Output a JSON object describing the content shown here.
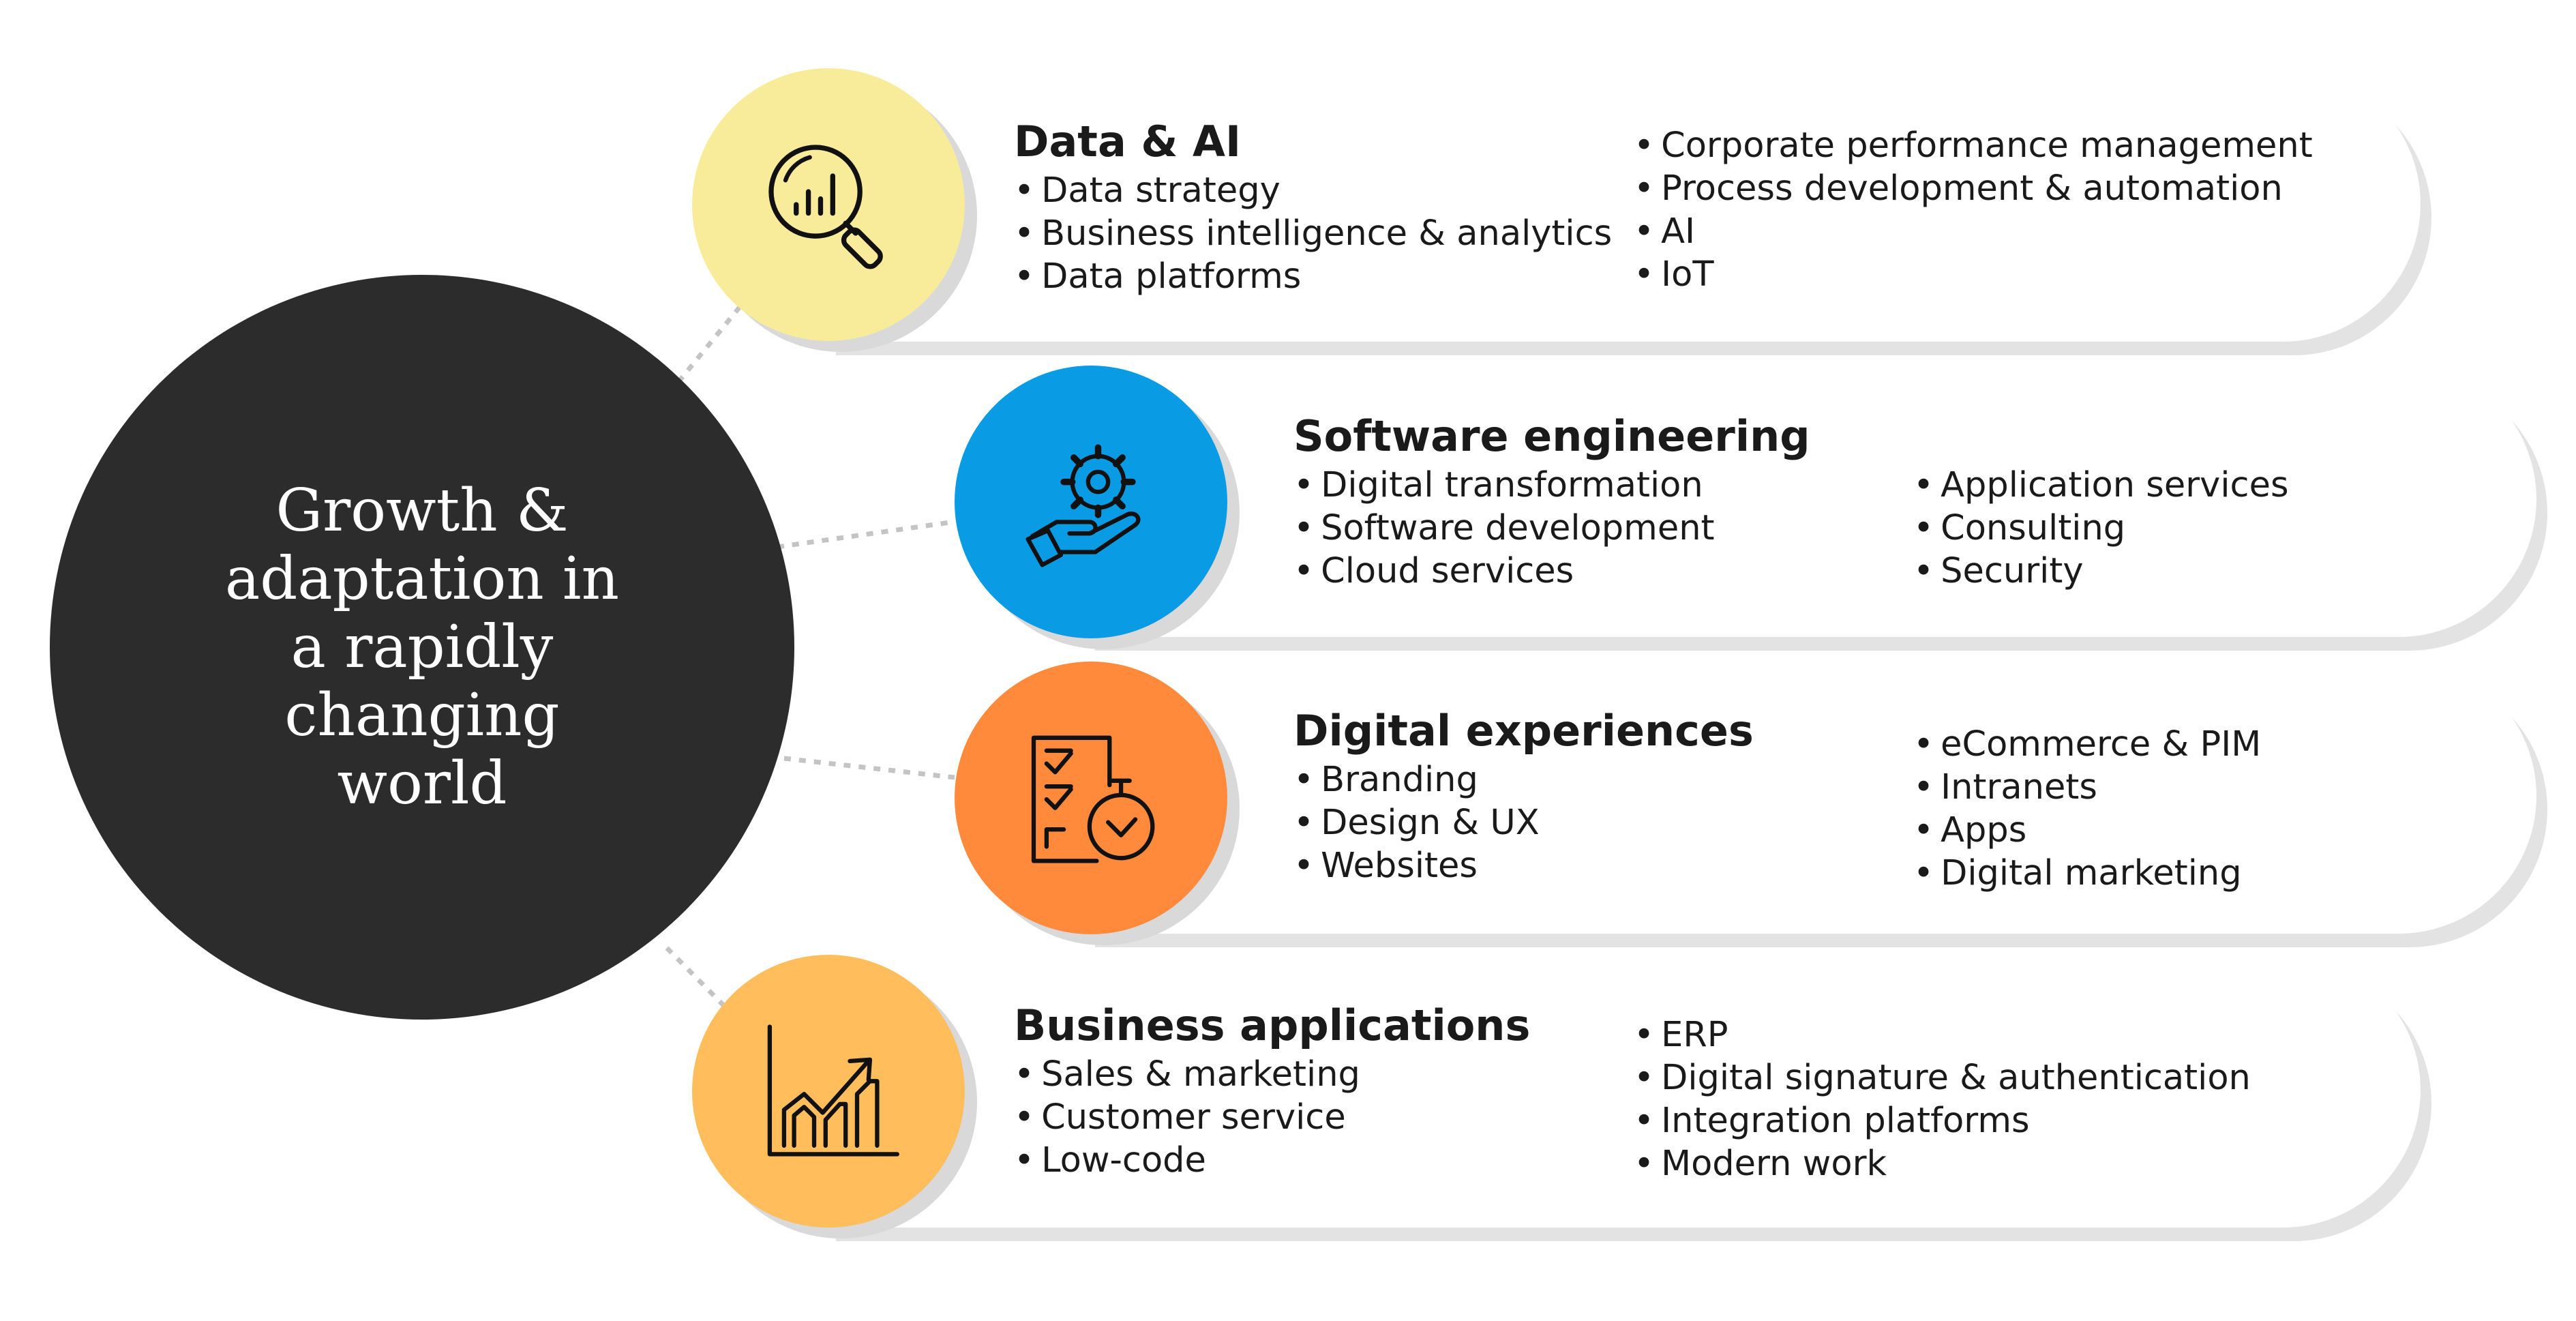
{
  "hub": {
    "text": "Growth & adaptation in a rapidly changing world",
    "color": "#2d2c2c"
  },
  "categories": [
    {
      "title": "Data & AI",
      "icon": "magnifier-chart-icon",
      "color": "#f8ec9b",
      "col1": [
        "Data strategy",
        "Business intelligence & analytics",
        "Data platforms"
      ],
      "col2": [
        "Corporate performance management",
        "Process development & automation",
        "AI",
        "IoT"
      ]
    },
    {
      "title": "Software engineering",
      "icon": "hand-gear-icon",
      "color": "#0a9be5",
      "col1": [
        "Digital transformation",
        "Software development",
        "Cloud services"
      ],
      "col2": [
        "Application services",
        "Consulting",
        "Security"
      ]
    },
    {
      "title": "Digital experiences",
      "icon": "checklist-clock-icon",
      "color": "#ff8a3c",
      "col1": [
        "Branding",
        "Design & UX",
        "Websites"
      ],
      "col2": [
        "eCommerce & PIM",
        "Intranets",
        "Apps",
        "Digital marketing"
      ]
    },
    {
      "title": "Business applications",
      "icon": "growth-chart-icon",
      "color": "#ffbd5c",
      "col1": [
        "Sales & marketing",
        "Customer service",
        "Low-code"
      ],
      "col2": [
        "ERP",
        "Digital signature & authentication",
        "Integration platforms",
        "Modern work"
      ]
    }
  ]
}
